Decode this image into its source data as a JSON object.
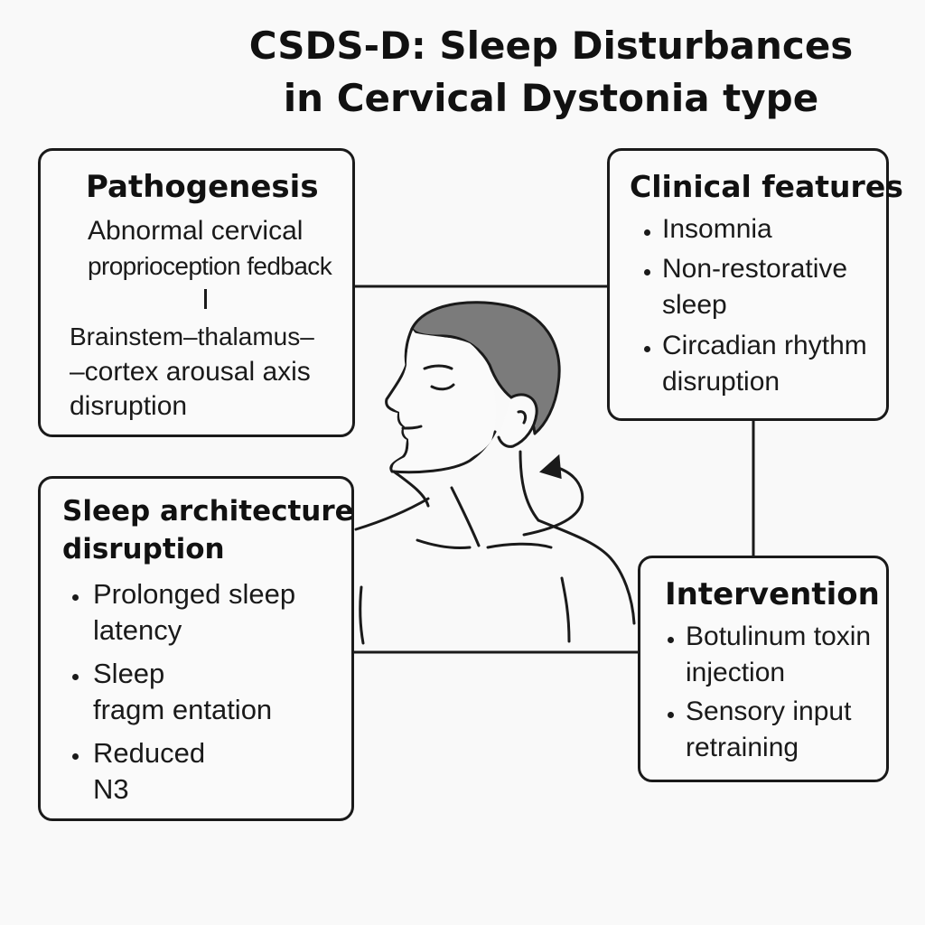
{
  "title": {
    "line1": "CSDS-D: Sleep Disturbances",
    "line2": "in Cervical Dystonia type"
  },
  "pathogenesis": {
    "heading": "Pathogenesis",
    "line1": "Abnormal cervical",
    "line2": "proprioception fedback",
    "line3": "Brainstem–thalamus–",
    "line4": "–cortex arousal axis",
    "line5": "disruption"
  },
  "clinical_features": {
    "heading": "Clinical features",
    "items": [
      [
        "Insomnia"
      ],
      [
        "Non-restorative",
        "sleep"
      ],
      [
        "Circadian rhythm",
        "disruption"
      ]
    ]
  },
  "sleep_architecture": {
    "heading_line1": "Sleep architecture",
    "heading_line2": "disruption",
    "items": [
      [
        "Prolonged sleep",
        "latency"
      ],
      [
        "Sleep",
        "fragm entation"
      ],
      [
        "Reduced",
        "N3"
      ]
    ]
  },
  "intervention": {
    "heading": "Intervention",
    "items": [
      [
        "Botulinum toxin",
        "injection"
      ],
      [
        "Sensory input",
        "retraining"
      ]
    ]
  },
  "colors": {
    "background": "#f9f9f9",
    "stroke": "#1a1a1a",
    "hair": "#7b7b7b"
  },
  "illustration": "man-head-neck-side-profile-with-curved-arrow"
}
